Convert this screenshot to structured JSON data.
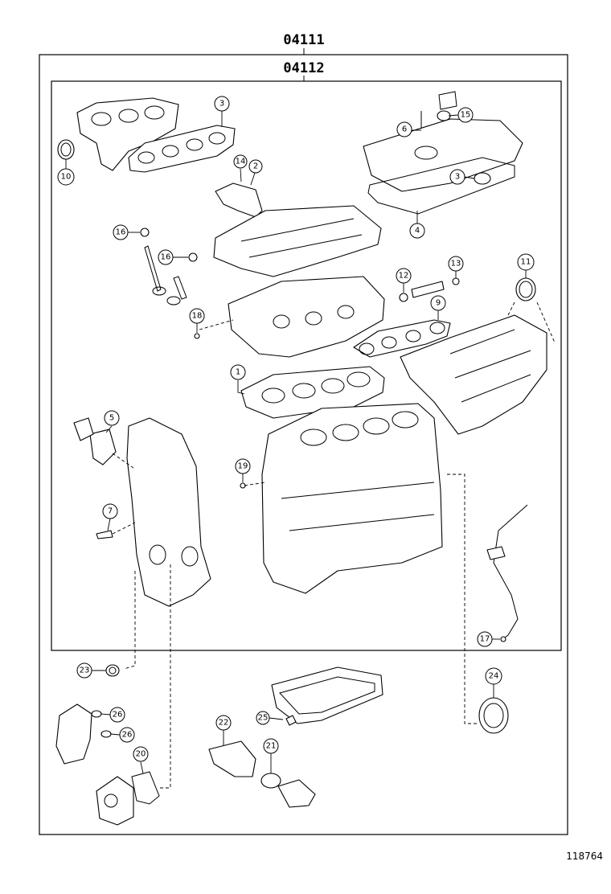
{
  "kit_labels": {
    "outer": "04111",
    "inner": "04112"
  },
  "figure_id": "118764",
  "callouts": [
    "1",
    "2",
    "3",
    "3",
    "4",
    "5",
    "6",
    "7",
    "9",
    "10",
    "11",
    "12",
    "13",
    "14",
    "15",
    "16",
    "16",
    "17",
    "18",
    "19",
    "20",
    "21",
    "22",
    "23",
    "24",
    "25",
    "26",
    "26"
  ]
}
